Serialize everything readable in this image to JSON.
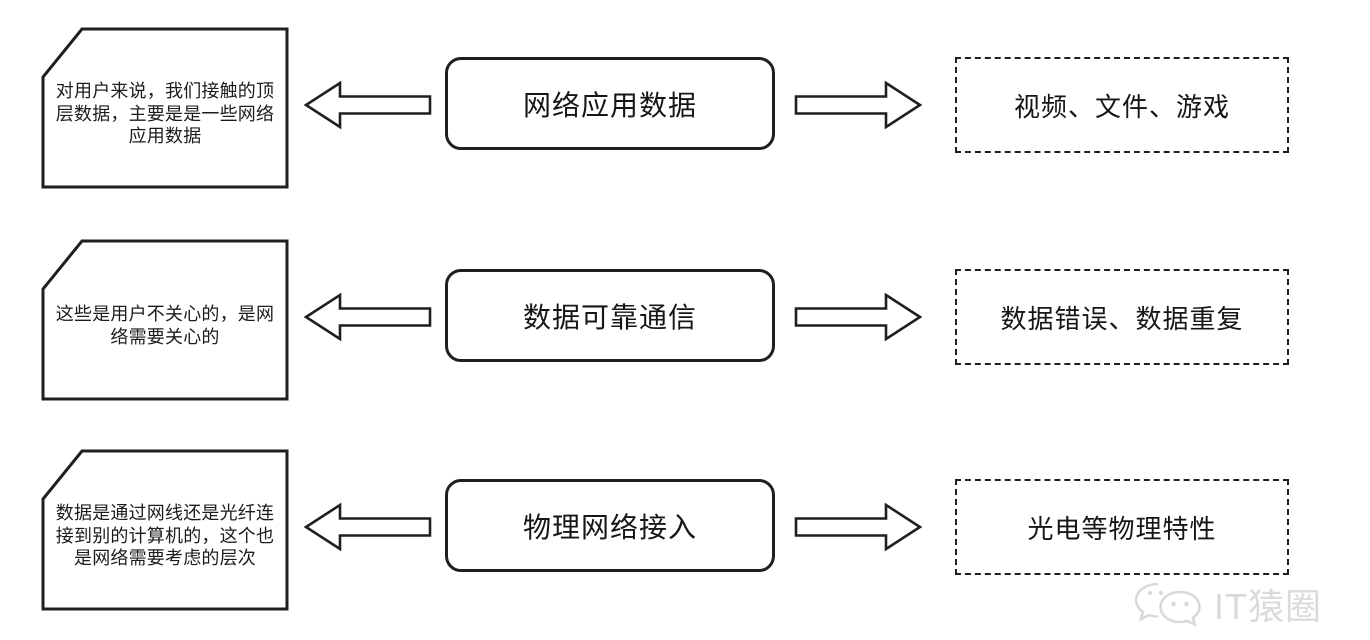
{
  "diagram": {
    "stroke_color": "#1f1f1f",
    "rows": [
      {
        "note": "对用户来说，我们接触的顶层数据，主要是是一些网络应用数据",
        "layer": "网络应用数据",
        "examples": "视频、文件、游戏"
      },
      {
        "note": "这些是用户不关心的，是网络需要关心的",
        "layer": "数据可靠通信",
        "examples": "数据错误、数据重复"
      },
      {
        "note": "数据是通过网线还是光纤连接到别的计算机的，这个也是网络需要考虑的层次",
        "layer": "物理网络接入",
        "examples": "光电等物理特性"
      }
    ]
  },
  "watermark": {
    "text": "IT猿圈",
    "icon": "wechat-icon",
    "color": "#dadada"
  }
}
